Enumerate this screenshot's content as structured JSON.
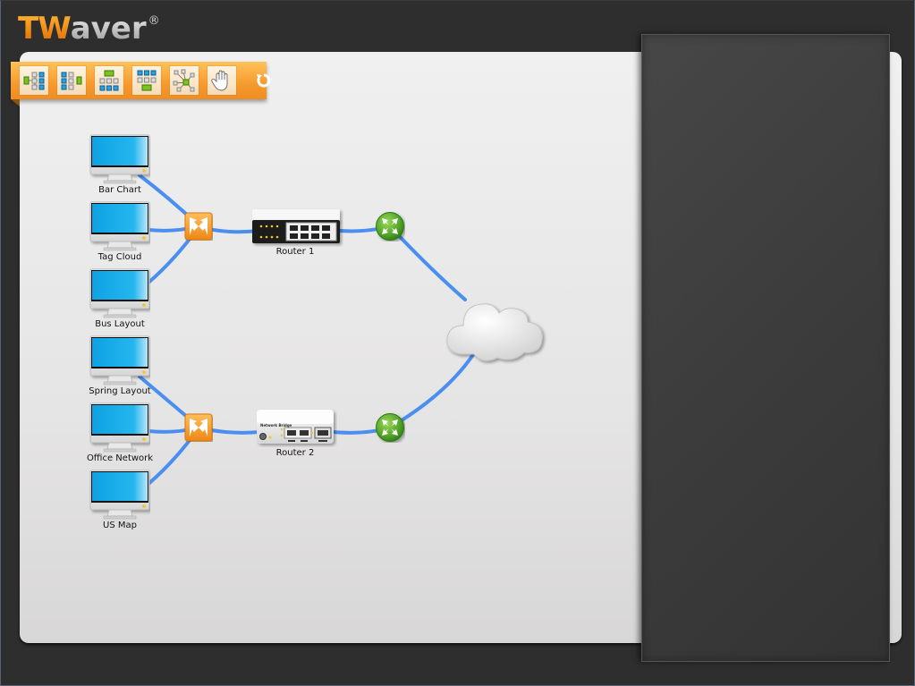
{
  "app": {
    "logo_primary": "TW",
    "logo_secondary": "aver",
    "logo_mark": "®"
  },
  "toolbar": {
    "buttons": [
      {
        "name": "layout-left-to-right",
        "icon": "tree-layout-right-icon"
      },
      {
        "name": "layout-right-to-left",
        "icon": "tree-layout-left-icon"
      },
      {
        "name": "layout-top-to-bottom",
        "icon": "tree-layout-down-icon"
      },
      {
        "name": "layout-bottom-to-top",
        "icon": "tree-layout-up-icon"
      },
      {
        "name": "layout-radial",
        "icon": "radial-layout-icon"
      },
      {
        "name": "pan-mode",
        "icon": "hand-icon"
      }
    ],
    "refresh_icon": "refresh-icon"
  },
  "network": {
    "link_color": "#4a8ff0",
    "computers": [
      {
        "id": "c1",
        "label": "Bar Chart"
      },
      {
        "id": "c2",
        "label": "Tag Cloud"
      },
      {
        "id": "c3",
        "label": "Bus Layout"
      },
      {
        "id": "c4",
        "label": "Spring Layout"
      },
      {
        "id": "c5",
        "label": "Office Network"
      },
      {
        "id": "c6",
        "label": "US Map"
      }
    ],
    "switches": [
      {
        "id": "s1",
        "icon": "switch-icon"
      },
      {
        "id": "s2",
        "icon": "switch-icon"
      }
    ],
    "routers": [
      {
        "id": "r1",
        "label": "Router 1"
      },
      {
        "id": "r2",
        "label": "Router 2",
        "device_text": "Network Bridge"
      }
    ],
    "hubs": [
      {
        "id": "h1",
        "icon": "router-hub-icon"
      },
      {
        "id": "h2",
        "icon": "router-hub-icon"
      }
    ],
    "cloud": {
      "id": "cloud",
      "icon": "cloud-icon"
    }
  },
  "colors": {
    "background": "#2e2e2e",
    "accent": "#f59a2e",
    "panel": "#424242",
    "hub_green": "#5cae2f",
    "switch_orange": "#f39b2c",
    "screen_blue": "#1aaee8"
  }
}
